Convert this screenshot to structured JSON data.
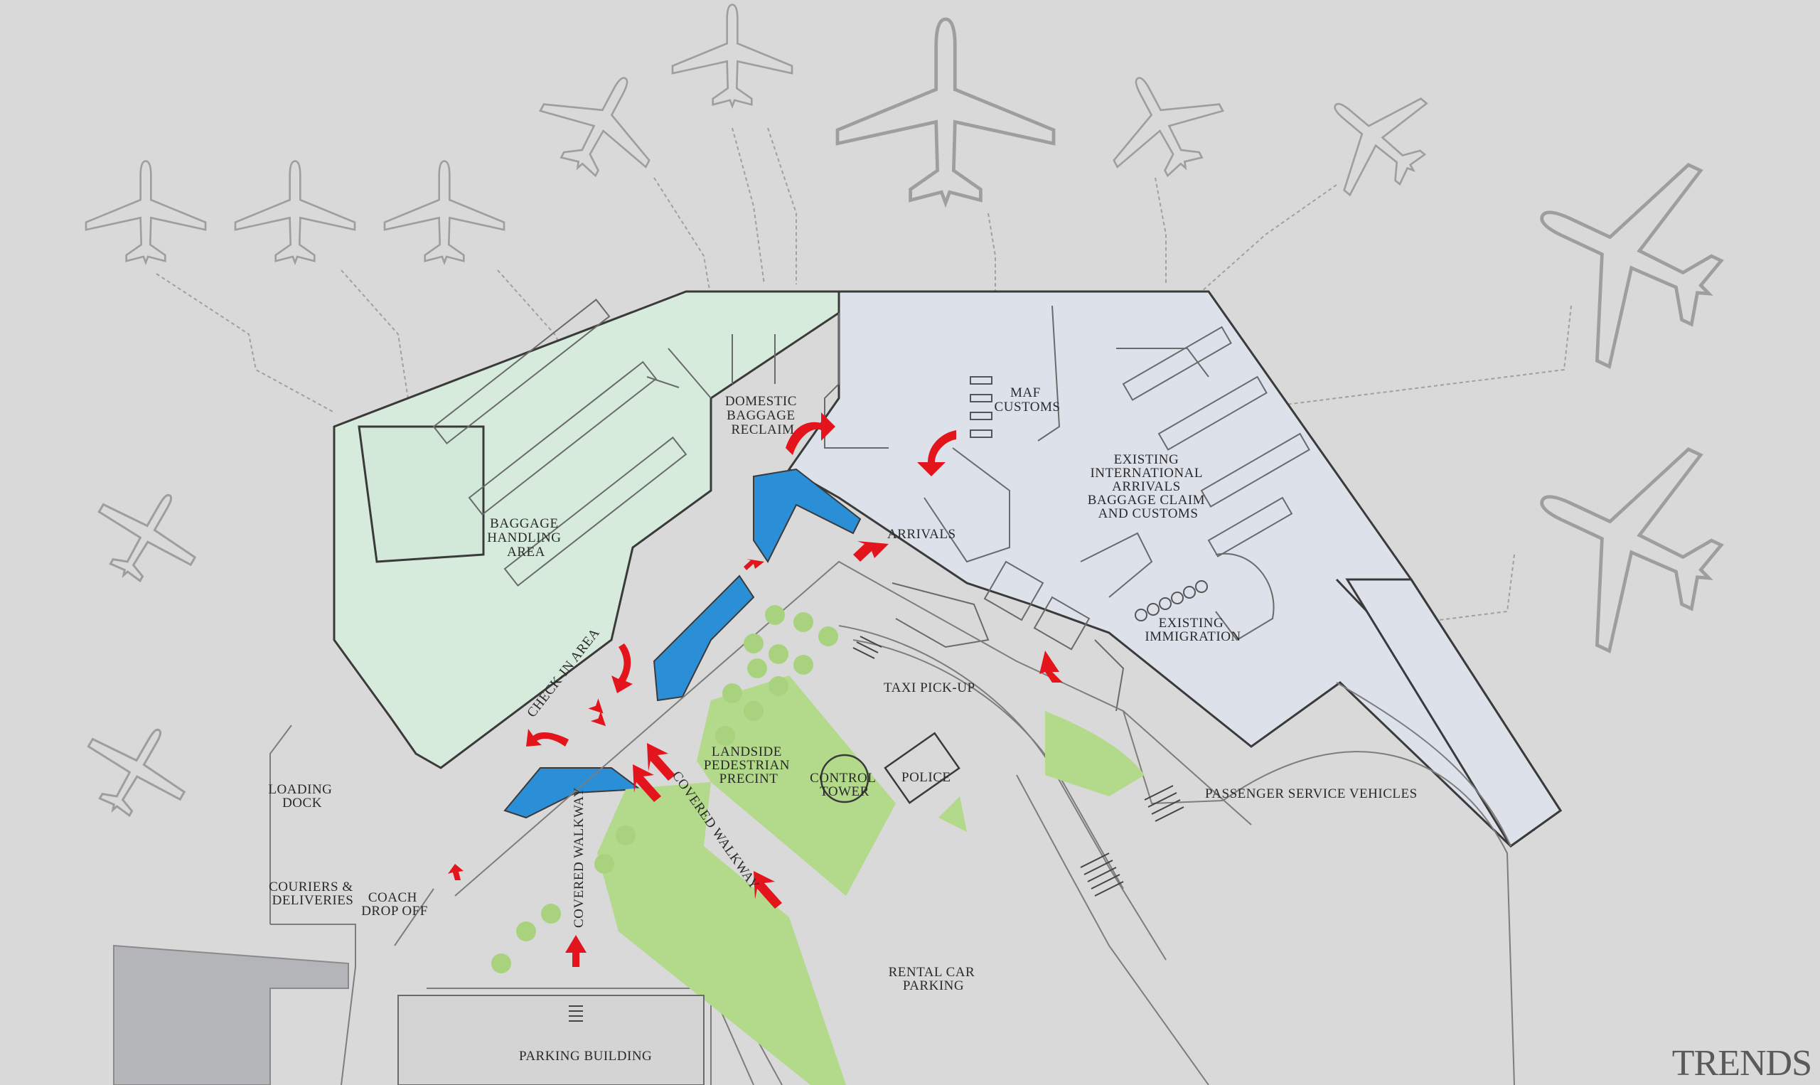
{
  "brand": "TRENDS",
  "colors": {
    "background": "#d9d9d9",
    "domestic_area": "#d6ebdc",
    "international_area": "#dde2ea",
    "blue_zone": "#2a8fd6",
    "landscape_green": "#b3d98b",
    "arrow_red": "#e3141b"
  },
  "labels": {
    "domestic_baggage": [
      "DOMESTIC",
      "BAGGAGE",
      "RECLAIM"
    ],
    "maf_customs": [
      "MAF",
      "CUSTOMS"
    ],
    "existing_international": [
      "EXISTING",
      "INTERNATIONAL",
      "ARRIVALS",
      "BAGGAGE CLAIM",
      "AND CUSTOMS"
    ],
    "baggage_handling": [
      "BAGGAGE",
      "HANDLING",
      "AREA"
    ],
    "arrivals": "ARRIVALS",
    "existing_immigration": [
      "EXISTING",
      "IMMIGRATION"
    ],
    "check_in": "CHECK-IN AREA",
    "taxi_pickup": "TAXI PICK-UP",
    "landside_pedestrian": [
      "LANDSIDE",
      "PEDESTRIAN",
      "PRECINT"
    ],
    "control_tower": [
      "CONTROL",
      "TOWER"
    ],
    "police": "POLICE",
    "covered_walkway_diag": "COVERED WALKWAY",
    "covered_walkway_vert": "COVERED WALKWAY",
    "loading_dock": [
      "LOADING",
      "DOCK"
    ],
    "couriers": [
      "COURIERS &",
      "DELIVERIES"
    ],
    "coach": [
      "COACH",
      "DROP OFF"
    ],
    "passenger_service": "PASSENGER SERVICE VEHICLES",
    "rental_car": [
      "RENTAL CAR",
      "PARKING"
    ],
    "parking_building": "PARKING BUILDING"
  }
}
